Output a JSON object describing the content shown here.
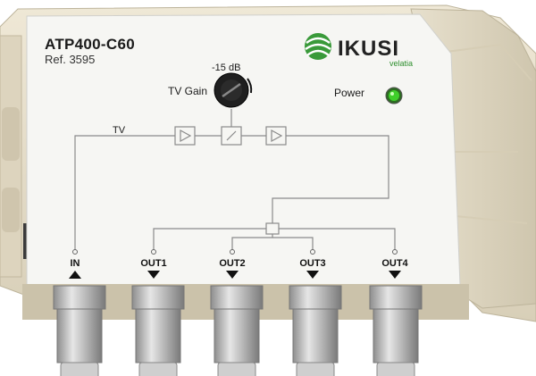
{
  "device": {
    "model": "ATP400-C60",
    "reference": "Ref. 3595",
    "brand": "IKUSI",
    "sub_brand": "velatia"
  },
  "controls": {
    "gain_value": "-15 dB",
    "gain_label": "TV Gain",
    "power_label": "Power",
    "power_led_color": "#3fcf2a"
  },
  "diagram": {
    "input_label": "TV"
  },
  "ports": [
    {
      "label": "IN",
      "direction": "up"
    },
    {
      "label": "OUT1",
      "direction": "down"
    },
    {
      "label": "OUT2",
      "direction": "down"
    },
    {
      "label": "OUT3",
      "direction": "down"
    },
    {
      "label": "OUT4",
      "direction": "down"
    }
  ],
  "colors": {
    "housing": "#e9e2cf",
    "faceplate": "#f7f7f5",
    "logo_green": "#3a9a3a"
  }
}
